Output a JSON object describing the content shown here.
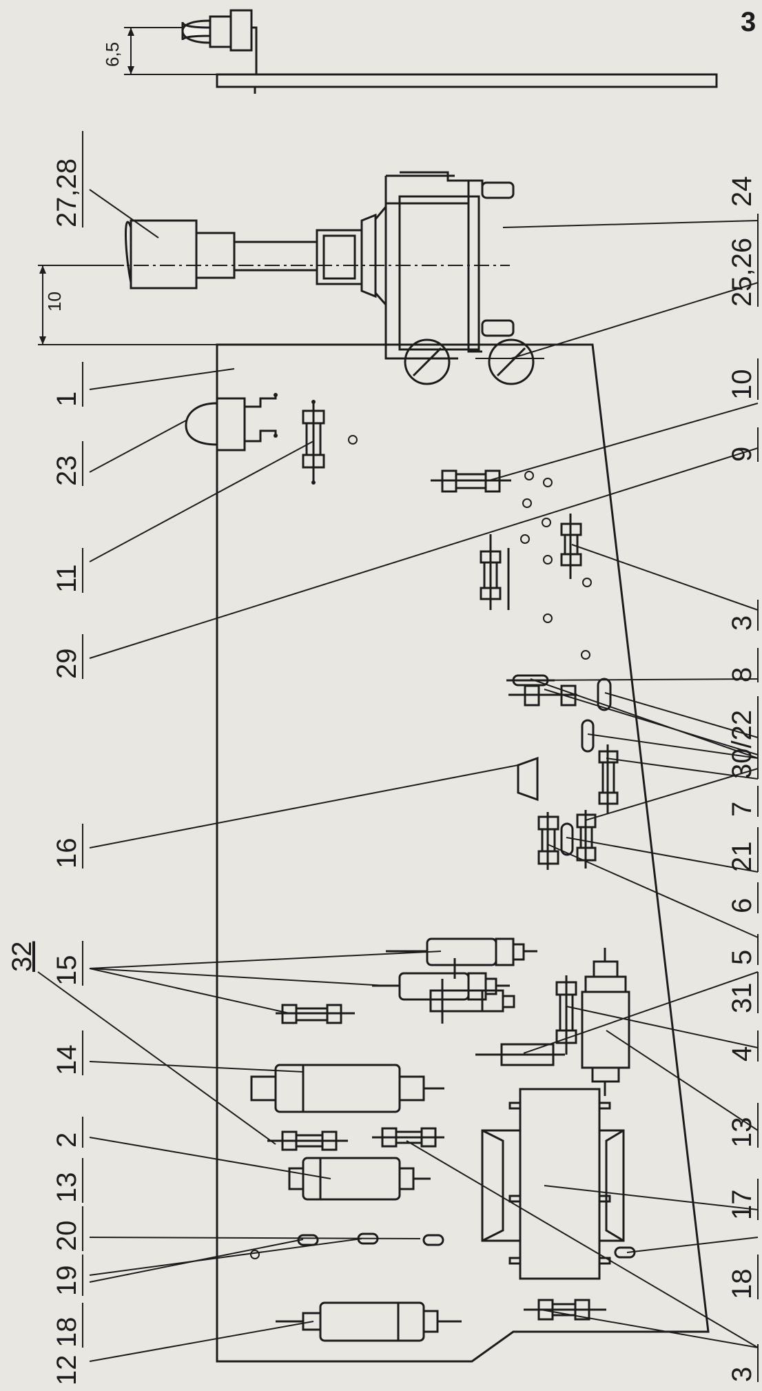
{
  "page_number": "3",
  "dimensions": {
    "top_offset": "6,5",
    "axis_offset": "10"
  },
  "callouts_left": [
    {
      "id": "c27",
      "text": "27,28"
    },
    {
      "id": "c1",
      "text": "1"
    },
    {
      "id": "c23",
      "text": "23"
    },
    {
      "id": "c11",
      "text": "11"
    },
    {
      "id": "c29",
      "text": "29"
    },
    {
      "id": "c16",
      "text": "16"
    },
    {
      "id": "c32",
      "text": "32"
    },
    {
      "id": "c15",
      "text": "15"
    },
    {
      "id": "c14",
      "text": "14"
    },
    {
      "id": "c2",
      "text": "2"
    },
    {
      "id": "c13a",
      "text": "13"
    },
    {
      "id": "c20",
      "text": "20"
    },
    {
      "id": "c19",
      "text": "19"
    },
    {
      "id": "c18a",
      "text": "18"
    },
    {
      "id": "c12",
      "text": "12"
    }
  ],
  "callouts_right": [
    {
      "id": "c24",
      "text": "24"
    },
    {
      "id": "c25",
      "text": "25,26"
    },
    {
      "id": "c10",
      "text": "10"
    },
    {
      "id": "c9",
      "text": "9"
    },
    {
      "id": "c3a",
      "text": "3"
    },
    {
      "id": "c8",
      "text": "8"
    },
    {
      "id": "c30",
      "text": "30/22"
    },
    {
      "id": "c7",
      "text": "7"
    },
    {
      "id": "c21",
      "text": "21"
    },
    {
      "id": "c6",
      "text": "6"
    },
    {
      "id": "c5",
      "text": "5"
    },
    {
      "id": "c31",
      "text": "31"
    },
    {
      "id": "c4",
      "text": "4"
    },
    {
      "id": "c13b",
      "text": "13"
    },
    {
      "id": "c17",
      "text": "17"
    },
    {
      "id": "c18b",
      "text": "18"
    },
    {
      "id": "c3b",
      "text": "3"
    }
  ]
}
